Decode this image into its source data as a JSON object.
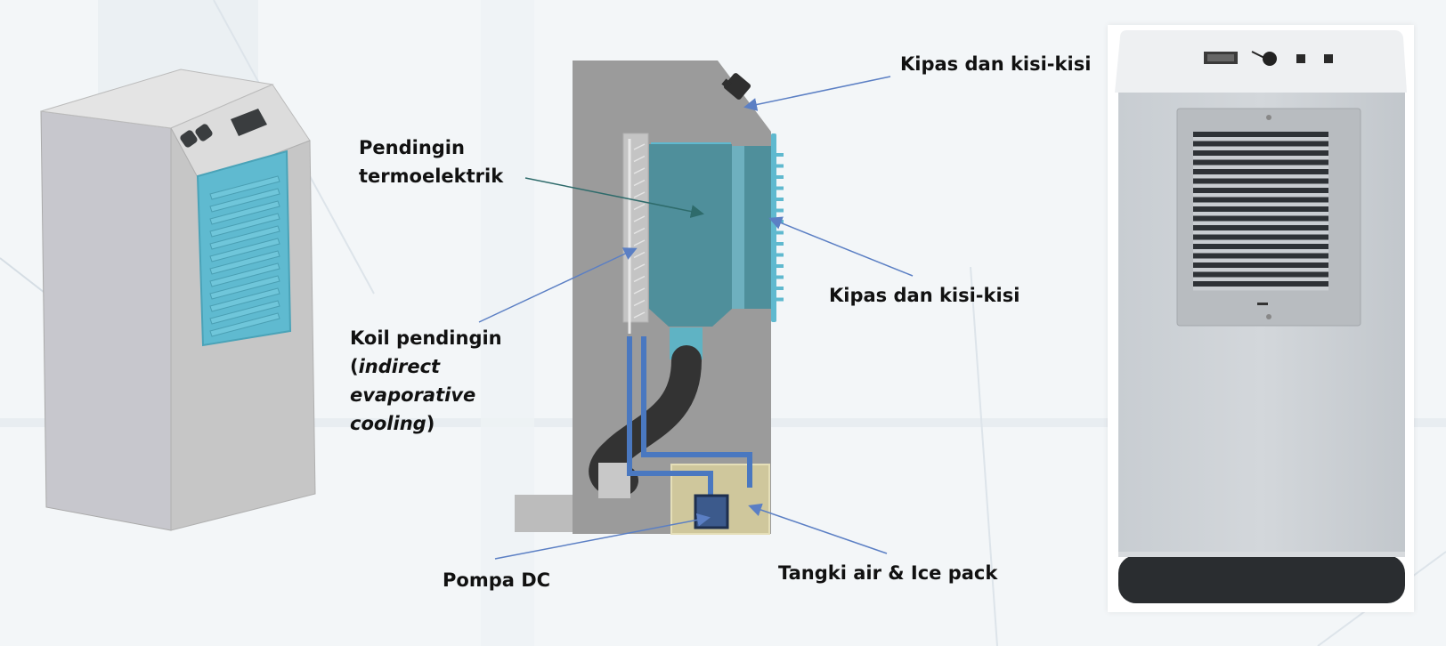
{
  "figure": {
    "title": "Thermoelectric cooler with indirect evaporative cooling — 3D model, cutaway and photo",
    "panels": [
      "3d-render",
      "cutaway-diagram",
      "product-photo"
    ]
  },
  "labels": {
    "fan_top": "Kipas dan kisi-kisi",
    "thermoelectric": {
      "line1": "Pendingin",
      "line2": "termoelektrik"
    },
    "fan_side": "Kipas dan kisi-kisi",
    "coil": {
      "line1": "Koil pendingin",
      "open_paren": "(",
      "italic1": "indirect",
      "italic2": "evaporative",
      "italic3": "cooling",
      "close_paren": ")"
    },
    "pump": "Pompa DC",
    "tank": "Tangki air & Ice pack"
  },
  "colors": {
    "leader_line": "#5b7fc4",
    "leader_dark": "#2e6b6b",
    "housing_gray": "#9b9b9b",
    "cooler_teal": "#4f8f9b",
    "grille_cyan": "#5fb9cf",
    "pipe_blue": "#4a78c0",
    "tank_beige": "#cfc79c",
    "pump_navy": "#3c5a8c"
  }
}
